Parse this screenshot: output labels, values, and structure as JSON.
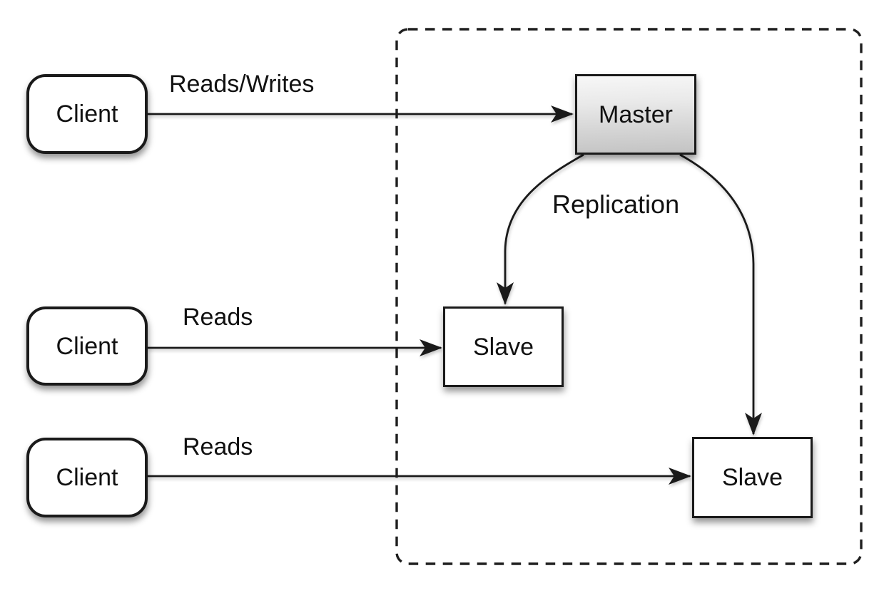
{
  "diagram": {
    "background": "#ffffff",
    "nodes": {
      "client_top": {
        "label": "Client",
        "shape": "rounded-rect",
        "fill": "#ffffff"
      },
      "client_middle": {
        "label": "Client",
        "shape": "rounded-rect",
        "fill": "#ffffff"
      },
      "client_bottom": {
        "label": "Client",
        "shape": "rounded-rect",
        "fill": "#ffffff"
      },
      "master": {
        "label": "Master",
        "shape": "rect",
        "fill_gradient_top": "#f7f7f7",
        "fill_gradient_bottom": "#c3c3c3"
      },
      "slave_middle": {
        "label": "Slave",
        "shape": "rect",
        "fill": "#ffffff"
      },
      "slave_bottom": {
        "label": "Slave",
        "shape": "rect",
        "fill": "#ffffff"
      }
    },
    "edge_labels": {
      "reads_writes": "Reads/Writes",
      "reads_middle": "Reads",
      "reads_bottom": "Reads",
      "replication": "Replication"
    },
    "edges": [
      {
        "from": "client_top",
        "to": "master",
        "label": "Reads/Writes",
        "style": "straight-arrow"
      },
      {
        "from": "client_middle",
        "to": "slave_middle",
        "label": "Reads",
        "style": "straight-arrow"
      },
      {
        "from": "client_bottom",
        "to": "slave_bottom",
        "label": "Reads",
        "style": "straight-arrow"
      },
      {
        "from": "master",
        "to": "slave_middle",
        "label": "Replication",
        "style": "curved-arrow"
      },
      {
        "from": "master",
        "to": "slave_bottom",
        "label": "Replication",
        "style": "curved-arrow"
      }
    ],
    "boundary": {
      "style": "dashed-rounded-rect",
      "meaning": "replication-group"
    },
    "colors": {
      "stroke": "#1a1a1a",
      "text": "#111111",
      "node_fill": "#ffffff"
    }
  }
}
